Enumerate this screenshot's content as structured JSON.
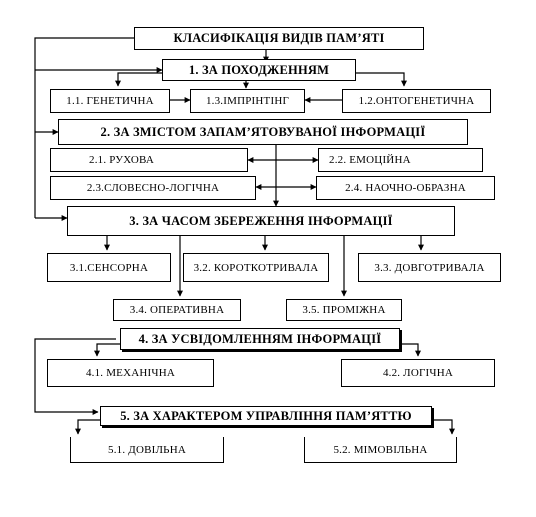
{
  "title": "КЛАСИФІКАЦІЯ ВИДІВ ПАМ’ЯТІ",
  "groups": [
    {
      "label": "1. ЗА ПОХОДЖЕННЯМ",
      "items": [
        "1.1. ГЕНЕТИЧНА",
        "1.3.ІМПРІНТІНГ",
        "1.2.ОНТОГЕНЕТИЧНА"
      ]
    },
    {
      "label": "2. ЗА ЗМІСТОМ ЗАПАМ’ЯТОВУВАНОЇ ІНФОРМАЦІЇ",
      "items": [
        "2.1. РУХОВА",
        "2.2. ЕМОЦІЙНА",
        "2.3.СЛОВЕСНО-ЛОГІЧНА",
        "2.4. НАОЧНО-ОБРАЗНА"
      ]
    },
    {
      "label": "3. ЗА ЧАСОМ ЗБЕРЕЖЕННЯ ІНФОРМАЦІЇ",
      "items": [
        "3.1.СЕНСОРНА",
        "3.2. КОРОТКОТРИВАЛА",
        "3.3. ДОВГОТРИВАЛА",
        "3.4. ОПЕРАТИВНА",
        "3.5. ПРОМІЖНА"
      ]
    },
    {
      "label": "4. ЗА УСВІДОМЛЕННЯМ ІНФОРМАЦІЇ",
      "items": [
        "4.1. МЕХАНІЧНА",
        "4.2. ЛОГІЧНА"
      ]
    },
    {
      "label": "5. ЗА ХАРАКТЕРОМ УПРАВЛІННЯ ПАМ’ЯТТЮ",
      "items": [
        "5.1. ДОВІЛЬНА",
        "5.2. МІМОВІЛЬНА"
      ]
    }
  ]
}
